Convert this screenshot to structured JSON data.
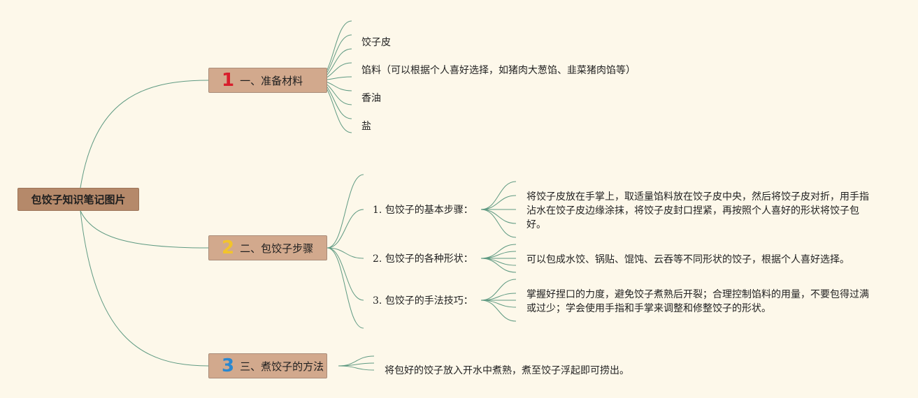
{
  "root": {
    "title": "包饺子知识笔记图片"
  },
  "topics": [
    {
      "num": "1",
      "num_color": "#d81e2c",
      "label": "一、准备材料"
    },
    {
      "num": "2",
      "num_color": "#f2c42c",
      "label": "二、包饺子步骤"
    },
    {
      "num": "3",
      "num_color": "#2b88cf",
      "label": "三、煮饺子的方法"
    }
  ],
  "materials": [
    "饺子皮",
    "馅料（可以根据个人喜好选择，如猪肉大葱馅、韭菜猪肉馅等）",
    "香油",
    "盐"
  ],
  "steps": [
    {
      "label": "1. 包饺子的基本步骤：",
      "detail": "将饺子皮放在手掌上，取适量馅料放在饺子皮中央，然后将饺子皮对折，用手指沾水在饺子皮边缘涂抹，将饺子皮封口捏紧，再按照个人喜好的形状将饺子包好。"
    },
    {
      "label": "2. 包饺子的各种形状：",
      "detail": "可以包成水饺、锅贴、馄饨、云吞等不同形状的饺子，根据个人喜好选择。"
    },
    {
      "label": "3. 包饺子的手法技巧：",
      "detail": "掌握好捏口的力度，避免饺子煮熟后开裂；合理控制馅料的用量，不要包得过满或过少；学会使用手指和手掌来调整和修整饺子的形状。"
    }
  ],
  "cooking": {
    "detail": "将包好的饺子放入开水中煮熟，煮至饺子浮起即可捞出。"
  },
  "colors": {
    "background": "#fdf8ea",
    "line": "#5f9a82",
    "root_fill": "#b5896a",
    "topic_fill": "#d2a98d"
  }
}
